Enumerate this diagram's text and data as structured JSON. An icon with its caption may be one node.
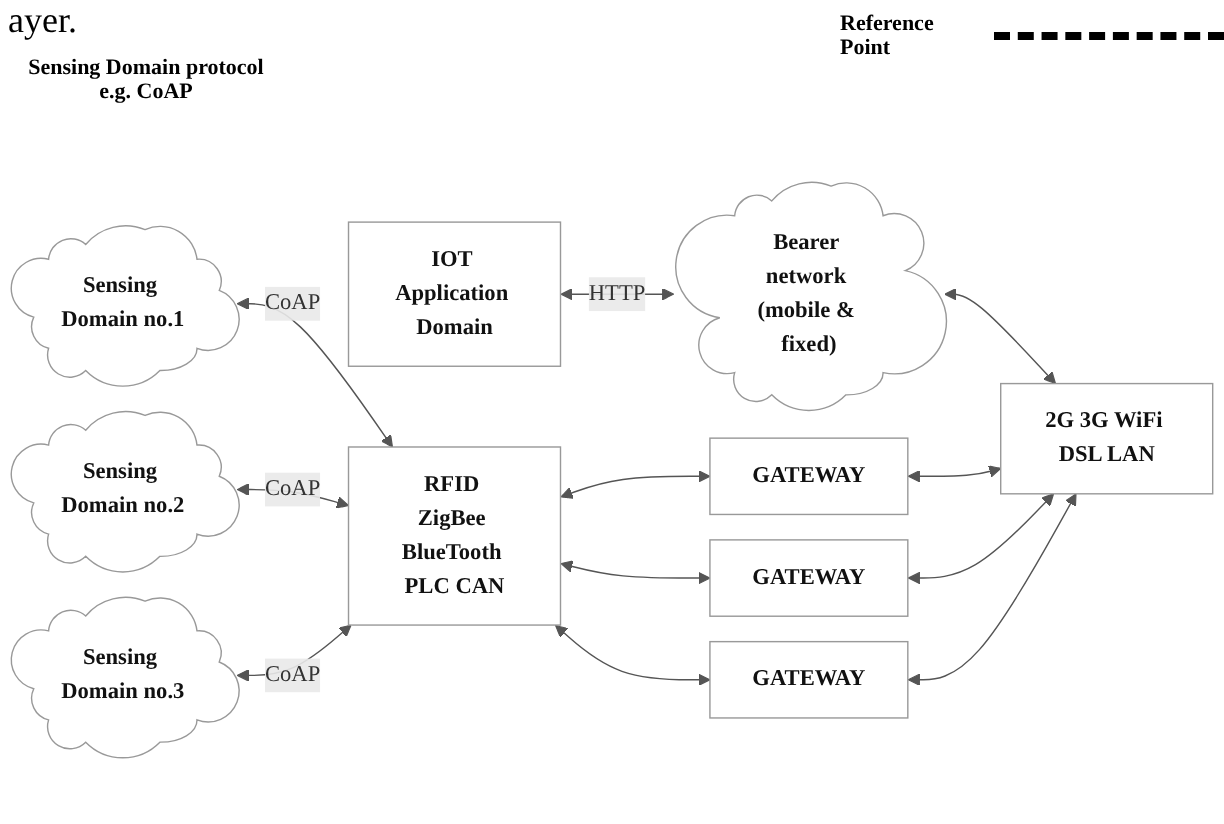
{
  "diagram": {
    "nodes": [
      {
        "text": [
          "IOT Application Domain"
        ]
      },
      {
        "text": [
          "Bearer network (mobile & fixed)"
        ]
      },
      {
        "text": [
          "Sensing Domain no.1"
        ]
      },
      {
        "text": [
          "Sensing Domain no.2"
        ]
      },
      {
        "text": [
          "Sensing Domain no.3"
        ]
      },
      {
        "text": [
          "RFID ZigBee BlueTooth PLC CAN"
        ]
      },
      {
        "text": [
          "GATEWAY"
        ]
      },
      {
        "text": [
          "GATEWAY"
        ]
      },
      {
        "text": [
          "GATEWAY"
        ]
      },
      {
        "text": [
          "2G 3G WiFi DSL LAN"
        ]
      }
    ],
    "edges": [
      {
        "from": 0,
        "to": 1,
        "arrow": "both",
        "label": "HTTP"
      },
      {
        "from": 1,
        "to": 9,
        "arrow": "both"
      },
      {
        "from": 2,
        "to": 5,
        "arrow": "both",
        "label": "CoAP"
      },
      {
        "from": 3,
        "to": 5,
        "arrow": "both",
        "label": "CoAP"
      },
      {
        "from": 4,
        "to": 5,
        "arrow": "both",
        "label": "CoAP"
      },
      {
        "from": 5,
        "to": 6,
        "arrow": "both"
      },
      {
        "from": 5,
        "to": 7,
        "arrow": "both"
      },
      {
        "from": 5,
        "to": 8,
        "arrow": "both"
      },
      {
        "from": 6,
        "to": 9,
        "arrow": "both"
      },
      {
        "from": 7,
        "to": 9,
        "arrow": "both"
      },
      {
        "from": 8,
        "to": 9,
        "arrow": "both"
      }
    ],
    "labels": [
      "ayer.",
      "Sensing Domain protocol e.g. CoAP",
      "Reference Point"
    ]
  }
}
